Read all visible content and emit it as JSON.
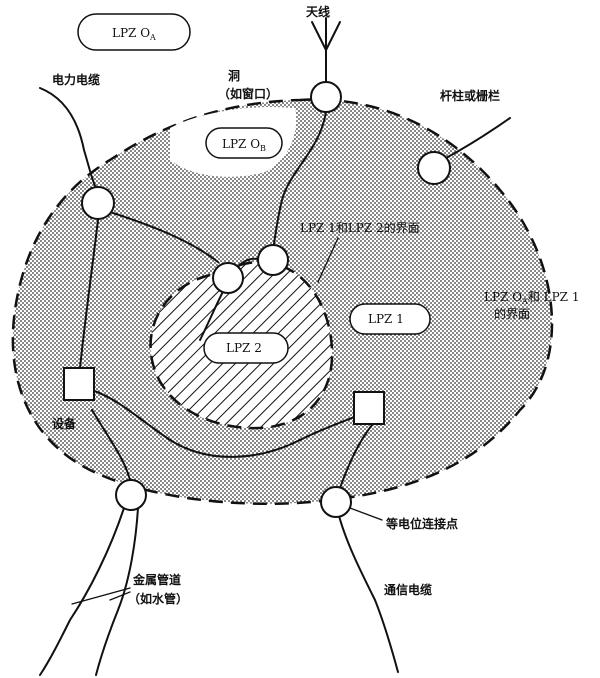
{
  "zones": {
    "lpz_0a": "LPZ O",
    "lpz_0a_sub": "A",
    "lpz_0b": "LPZ O",
    "lpz_0b_sub": "B",
    "lpz_1": "LPZ 1",
    "lpz_2": "LPZ 2"
  },
  "labels": {
    "antenna": "天线",
    "power_cable": "电力电缆",
    "hole": "洞",
    "hole_note": "（如窗口）",
    "pole_fence": "杆柱或栅栏",
    "interface_12": "LPZ 1和LPZ 2的界面",
    "interface_0a1_line1_a": "LPZ O",
    "interface_0a1_line1_sub": "A",
    "interface_0a1_line1_b": "和 LPZ 1",
    "interface_0a1_line2": "的界面",
    "equipment": "设备",
    "equipotential_bonding": "等电位连接点",
    "metal_pipe": "金属管道",
    "metal_pipe_note": "（如水管）",
    "comm_cable": "通信电缆"
  }
}
